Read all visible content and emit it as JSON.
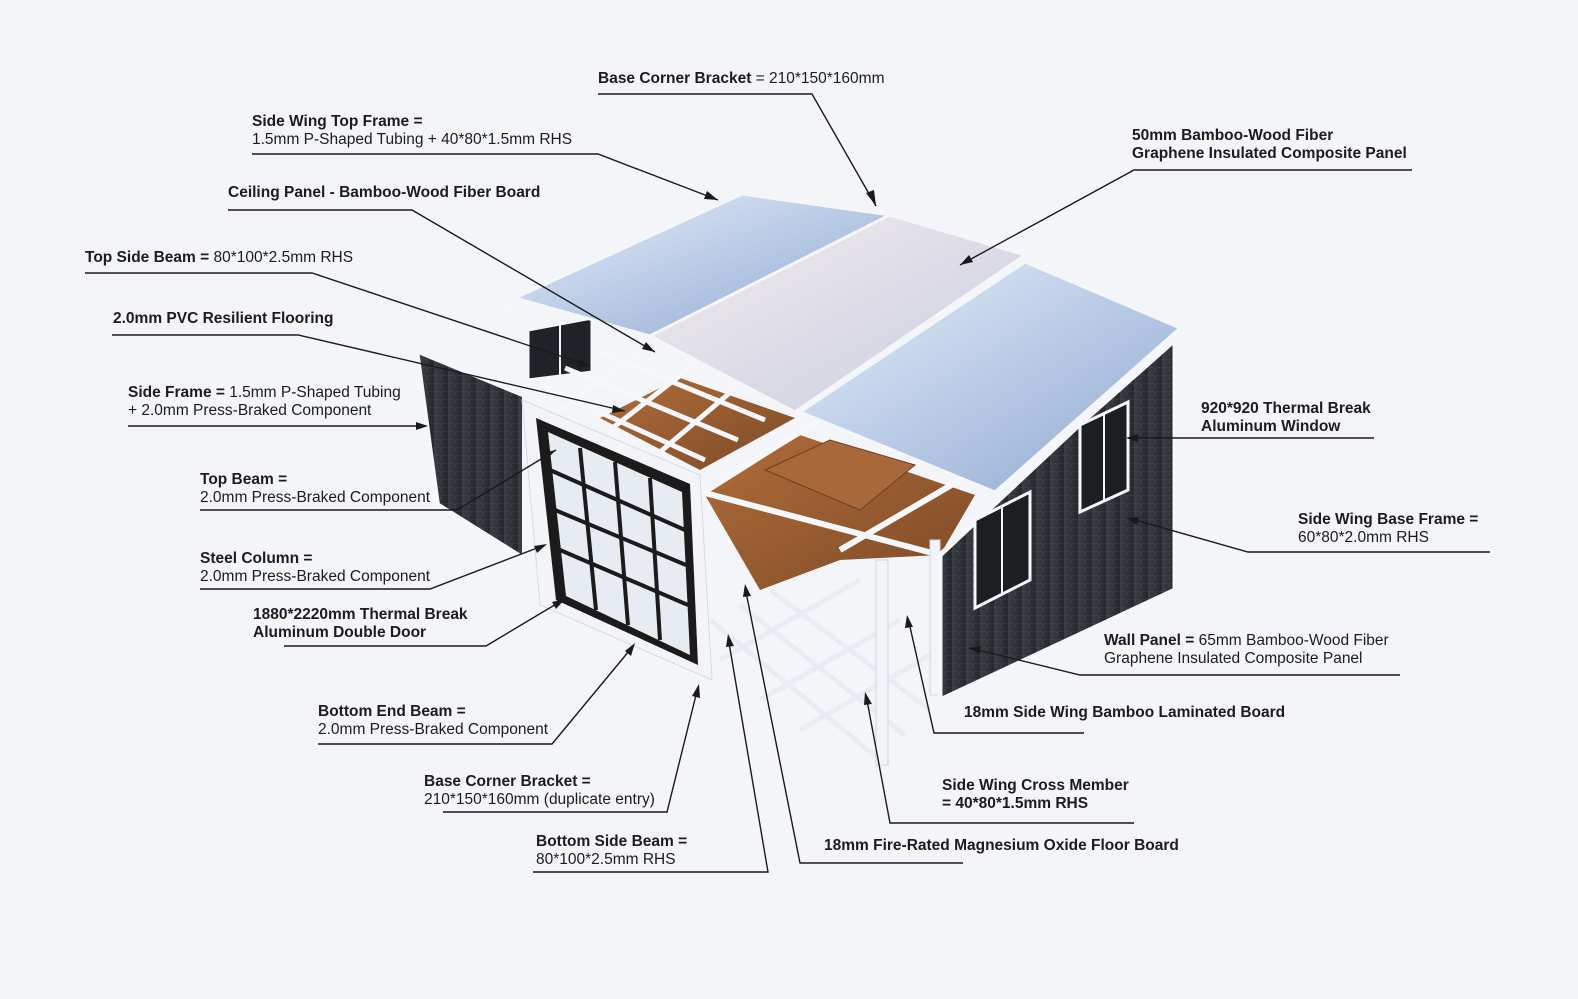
{
  "callouts": [
    {
      "id": "base-corner-bracket-top",
      "bold": "Base Corner Bracket",
      "rest": " = 210*150*160mm",
      "line2": ""
    },
    {
      "id": "side-wing-top-frame",
      "bold": "Side Wing Top Frame =",
      "rest": "",
      "line2": "1.5mm P-Shaped Tubing + 40*80*1.5mm RHS"
    },
    {
      "id": "composite-roof-panel",
      "bold": "50mm Bamboo-Wood Fiber",
      "rest": "",
      "line2": "Graphene Insulated Composite Panel",
      "line2_bold": true
    },
    {
      "id": "ceiling-panel",
      "bold": "Ceiling Panel - Bamboo-Wood Fiber Board",
      "rest": "",
      "line2": ""
    },
    {
      "id": "top-side-beam",
      "bold": "Top Side Beam =",
      "rest": " 80*100*2.5mm RHS",
      "line2": ""
    },
    {
      "id": "pvc-flooring",
      "bold": "2.0mm PVC Resilient Flooring",
      "rest": "",
      "line2": ""
    },
    {
      "id": "side-frame",
      "bold": "Side Frame =",
      "rest": " 1.5mm P-Shaped Tubing",
      "line2": "+ 2.0mm Press-Braked Component"
    },
    {
      "id": "thermal-window",
      "bold": "920*920 Thermal Break",
      "rest": "",
      "line2": "Aluminum Window",
      "line2_bold": true
    },
    {
      "id": "top-beam",
      "bold": "Top Beam =",
      "rest": "",
      "line2": "2.0mm Press-Braked Component"
    },
    {
      "id": "side-wing-base-frame",
      "bold": "Side Wing Base Frame =",
      "rest": "",
      "line2": "60*80*2.0mm RHS"
    },
    {
      "id": "steel-column",
      "bold": "Steel Column =",
      "rest": "",
      "line2": "2.0mm Press-Braked Component"
    },
    {
      "id": "double-door",
      "bold": "1880*2220mm Thermal Break",
      "rest": "",
      "line2": "Aluminum Double Door",
      "line2_bold": true
    },
    {
      "id": "wall-panel",
      "bold": "Wall Panel =",
      "rest": " 65mm Bamboo-Wood Fiber",
      "line2": "Graphene Insulated Composite Panel"
    },
    {
      "id": "bamboo-laminated-board",
      "bold": "18mm Side Wing Bamboo Laminated Board",
      "rest": "",
      "line2": ""
    },
    {
      "id": "bottom-end-beam",
      "bold": "Bottom End Beam =",
      "rest": "",
      "line2": "2.0mm Press-Braked Component"
    },
    {
      "id": "base-corner-bracket-bottom",
      "bold": "Base Corner Bracket =",
      "rest": "",
      "line2": "210*150*160mm (duplicate entry)"
    },
    {
      "id": "side-wing-cross-member",
      "bold": "Side Wing Cross Member",
      "rest": "",
      "line2": "= 40*80*1.5mm RHS",
      "line2_bold": true
    },
    {
      "id": "bottom-side-beam",
      "bold": "Bottom Side Beam =",
      "rest": "",
      "line2": "80*100*2.5mm RHS"
    },
    {
      "id": "magnesium-floor-board",
      "bold": "18mm Fire-Rated Magnesium Oxide Floor Board",
      "rest": "",
      "line2": ""
    }
  ],
  "colors": {
    "background": "#f3f5f8",
    "leader": "#1a1a1a",
    "roof": "#c9d8ee",
    "wall": "#2f3338",
    "frame": "#f7f8fa",
    "wood": "#9b5f33",
    "door_frame": "#1b1b1b"
  }
}
